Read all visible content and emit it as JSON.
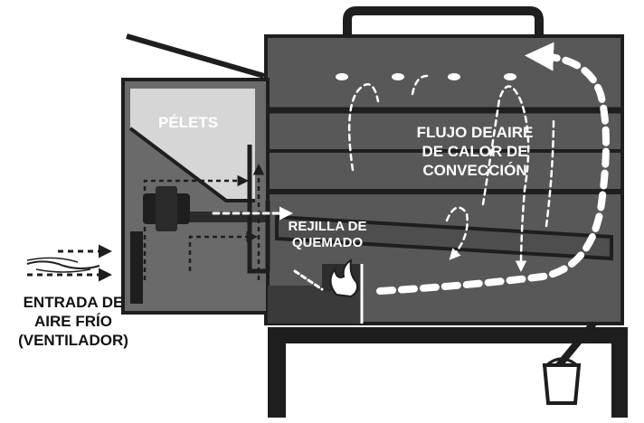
{
  "labels": {
    "pellets": "PÉLETS",
    "airflow": "FLUJO DE AIRE\nDE CALOR DE\nCONVECCIÓN",
    "burn_grate": "REJILLA DE\nQUEMADO",
    "cold_air_intake": "ENTRADA DE\nAIRE FRÍO\n(VENTILADOR)"
  },
  "colors": {
    "body": "#585858",
    "dark": "#1e1e1e",
    "hopper": "#6a6a6a",
    "pellets_fill": "#d6d6d6",
    "white": "#ffffff"
  }
}
